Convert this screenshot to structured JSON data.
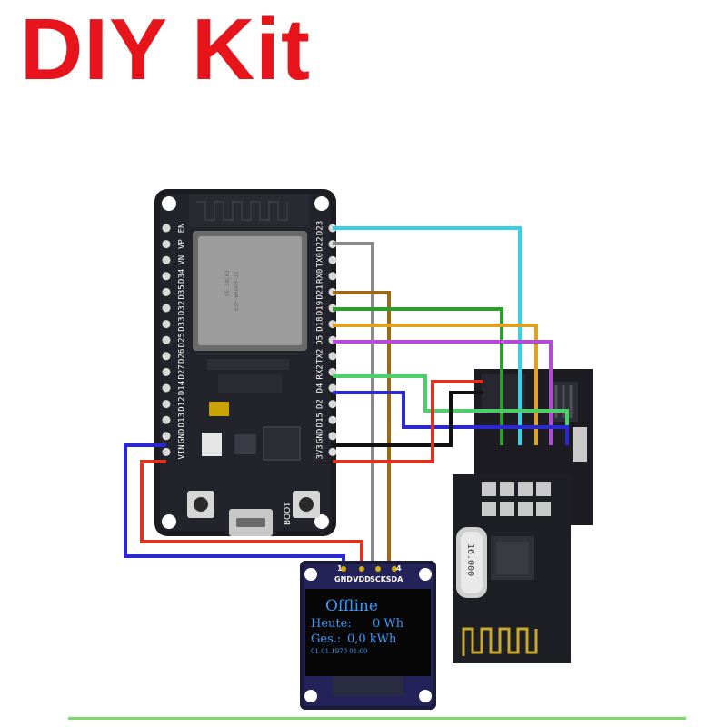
{
  "title": "DIY Kit",
  "esp32": {
    "left_pins": [
      "EN",
      "VP",
      "VN",
      "D34",
      "D35",
      "D32",
      "D33",
      "D25",
      "D26",
      "D27",
      "D14",
      "D12",
      "D13",
      "GND",
      "VIN"
    ],
    "right_pins": [
      "D23",
      "D22",
      "TX0",
      "RX0",
      "D21",
      "D19",
      "D18",
      "D5",
      "TX2",
      "RX2",
      "D4",
      "D2",
      "D15",
      "GND",
      "3V3"
    ],
    "boot_label": "BOOT"
  },
  "oled": {
    "pin_labels": [
      "GND",
      "VDD",
      "SCK",
      "SDA"
    ],
    "pin_numbers": [
      "1",
      "4"
    ],
    "line1": "Offline",
    "line2_label": "Heute:",
    "line2_value": "0 Wh",
    "line3_label": "Ges.:",
    "line3_value": "0,0 kWh",
    "line4": "01.01.1970 01:00"
  },
  "radio": {
    "crystal_marking": "16.000"
  },
  "wire_colors": {
    "cyan": "#39d0e6",
    "gray": "#8a8a8a",
    "brown": "#9a6a1a",
    "green": "#2f9c2f",
    "orange": "#e0a020",
    "purple": "#b44ad8",
    "light_green": "#4ccf6a",
    "blue": "#2a2ad0",
    "black": "#111111",
    "red": "#e03020"
  }
}
